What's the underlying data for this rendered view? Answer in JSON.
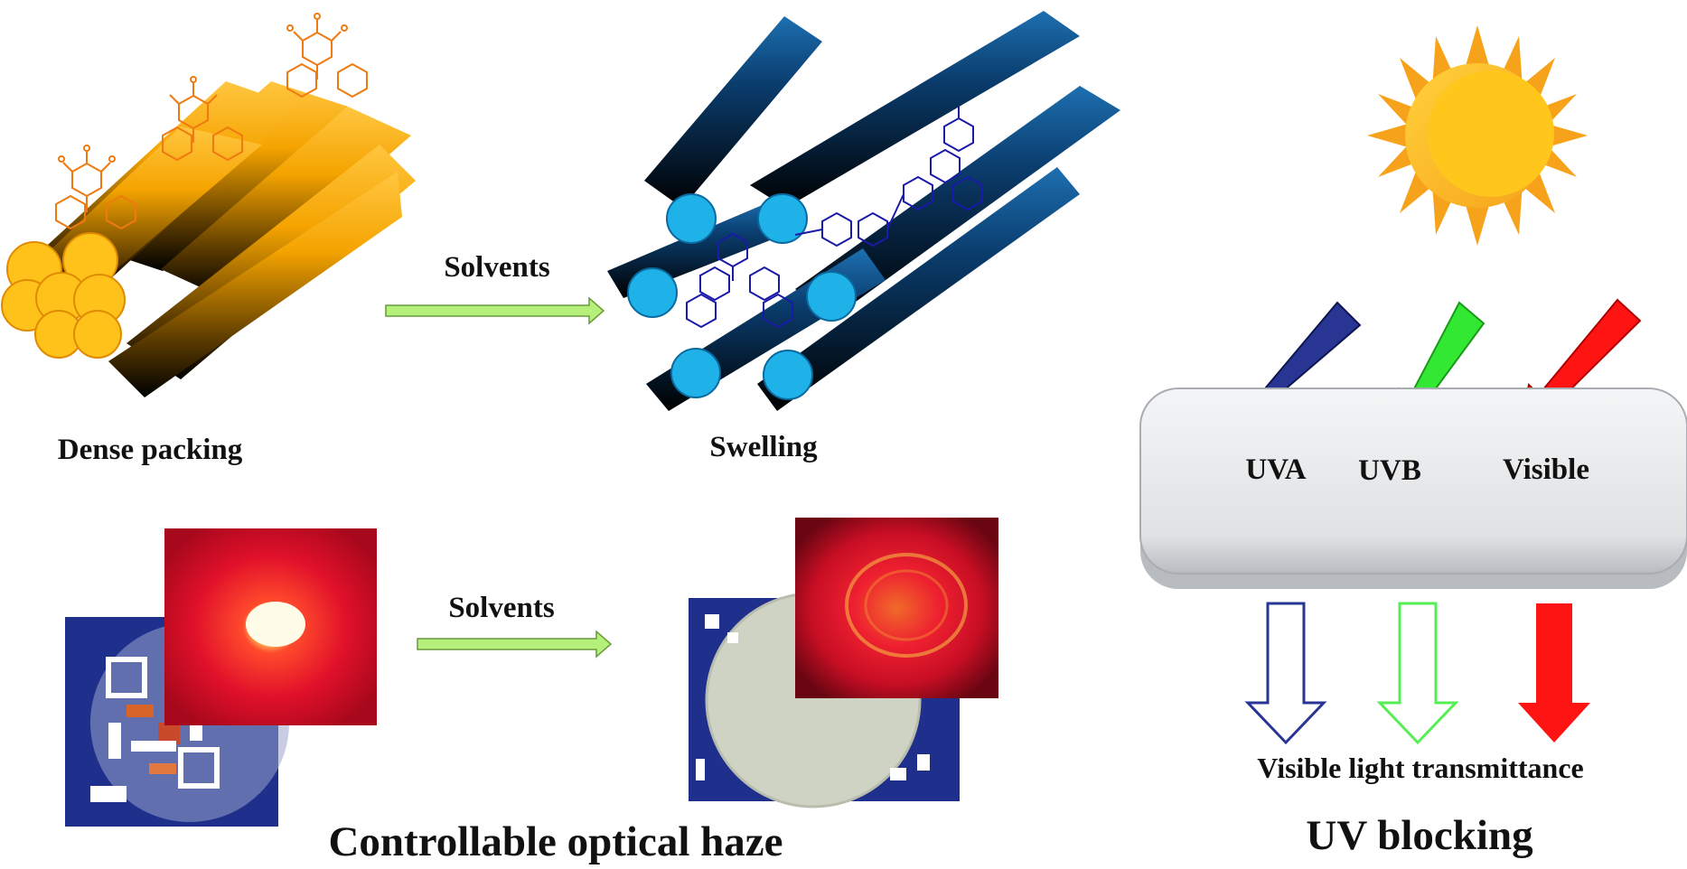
{
  "labels": {
    "solvents_top": "Solvents",
    "dense_packing": "Dense packing",
    "swelling": "Swelling",
    "solvents_bottom": "Solvents",
    "controllable_optical_haze": "Controllable optical haze",
    "uva": "UVA",
    "uvb": "UVB",
    "visible": "Visible",
    "visible_light_transmittance": "Visible light transmittance",
    "uv_blocking": "UV blocking"
  },
  "colors": {
    "rod_orange": "#f5a400",
    "rod_end_yellow": "#ffc21a",
    "rod_blue": "#0a3d6e",
    "rod_end_cyan": "#1eb2e8",
    "molecule_orange": "#ee7a10",
    "molecule_blue": "#1a1aa8",
    "arrow_green": "#b4f07a",
    "sun_yellow": "#ffc61c",
    "sun_orange": "#f7a21b",
    "uva_navy": "#283593",
    "uvb_green": "#33e833",
    "visible_red": "#ff1414",
    "panel_grey": "#e3e5e7",
    "qr_blue": "#1e2f8c",
    "laser_red": "#e0102a"
  }
}
